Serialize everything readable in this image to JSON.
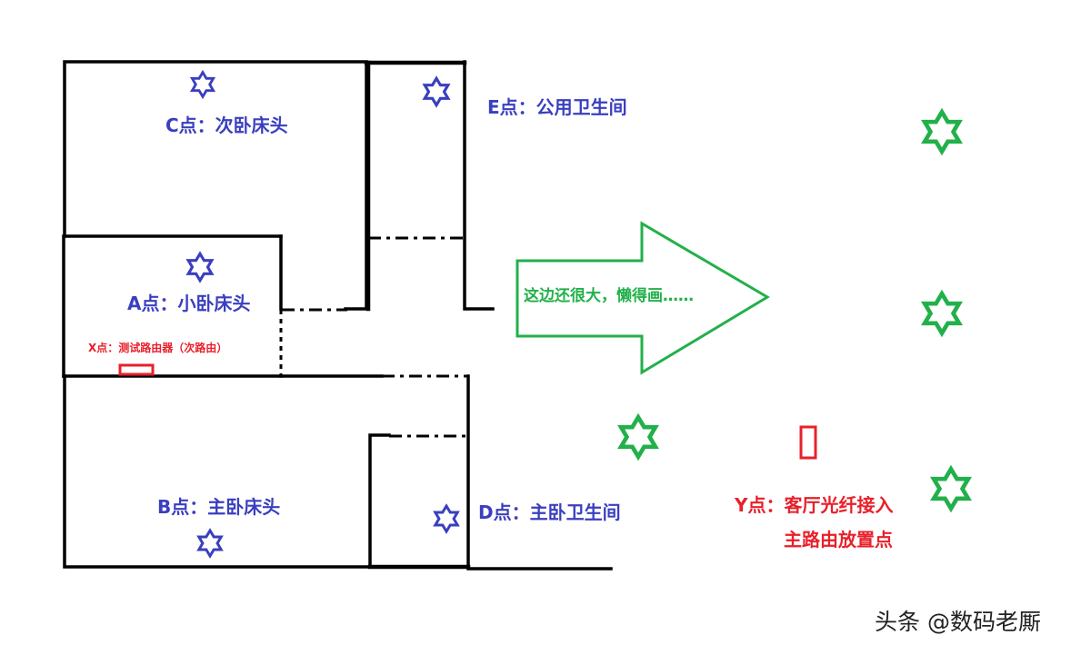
{
  "colors": {
    "wall": "#000000",
    "blue_point": "#3a3fbf",
    "green_point": "#22b04a",
    "router": "#e8202a",
    "arrow": "#22b04a"
  },
  "icons": {
    "point_marker": "hexagram-star-icon",
    "router_marker": "rectangle-router-icon",
    "direction": "right-arrow-icon"
  },
  "labels": {
    "point_c": "C点：次卧床头",
    "point_e": "E点：公用卫生间",
    "point_a": "A点：小卧床头",
    "point_x": "X点：测试路由器（次路由）",
    "point_b": "B点：主卧床头",
    "point_d": "D点：主卧卫生间",
    "point_y_line1": "Y点：客厅光纤接入",
    "point_y_line2": "主路由放置点",
    "arrow_text": "这边还很大，懒得画……",
    "watermark": "头条 @数码老厮"
  }
}
